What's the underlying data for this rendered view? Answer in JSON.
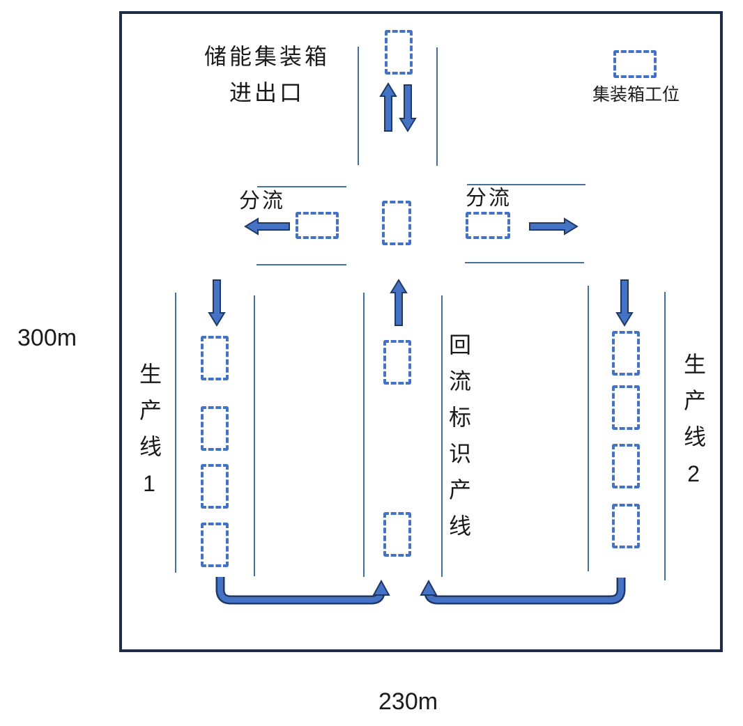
{
  "diagram": {
    "title_context": "factory-layout",
    "entrance": {
      "line1": "储能集装箱",
      "line2": "进出口"
    },
    "legend": {
      "label": "集装箱工位"
    },
    "split_left": {
      "label": "分流"
    },
    "split_right": {
      "label": "分流"
    },
    "production_line_1": {
      "label": "生产线1",
      "slot_count": 4
    },
    "production_line_2": {
      "label": "生产线2",
      "slot_count": 4
    },
    "return_line": {
      "label": "回流标识产线",
      "slot_count": 2
    },
    "dimensions": {
      "height": "300m",
      "width": "230m"
    },
    "colors": {
      "accent": "#4472c4",
      "outline": "#1f3864",
      "lane_line": "#41719c",
      "boundary": "#1e2e49"
    }
  }
}
